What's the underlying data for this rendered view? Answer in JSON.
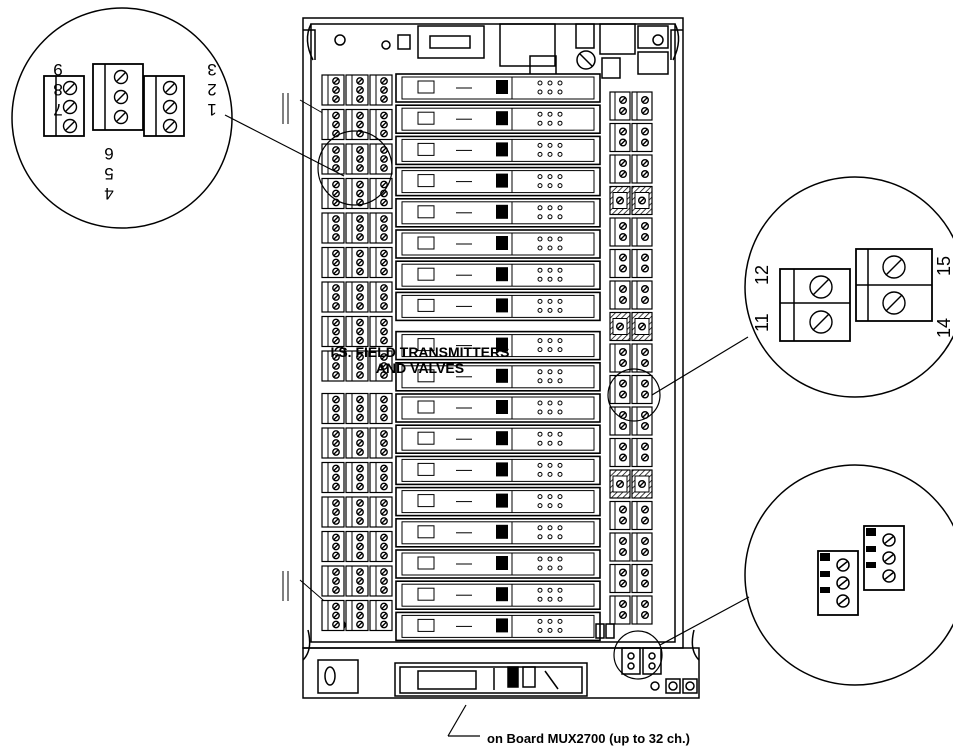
{
  "labels": {
    "field_line1": "I.S. FIELD TRANSMITTERS",
    "field_line2": "AND VALVES",
    "board_caption": "on Board MUX2700 (up to 32 ch.)"
  },
  "detail_top_left": {
    "digits": [
      "9",
      "8",
      "7",
      "6",
      "5",
      "4",
      "3",
      "2",
      "1"
    ]
  },
  "detail_right": {
    "digits": [
      "11",
      "12",
      "14",
      "15"
    ]
  },
  "module_count": 18,
  "left_terminal_rows": 16,
  "right_terminal_rows": 17
}
